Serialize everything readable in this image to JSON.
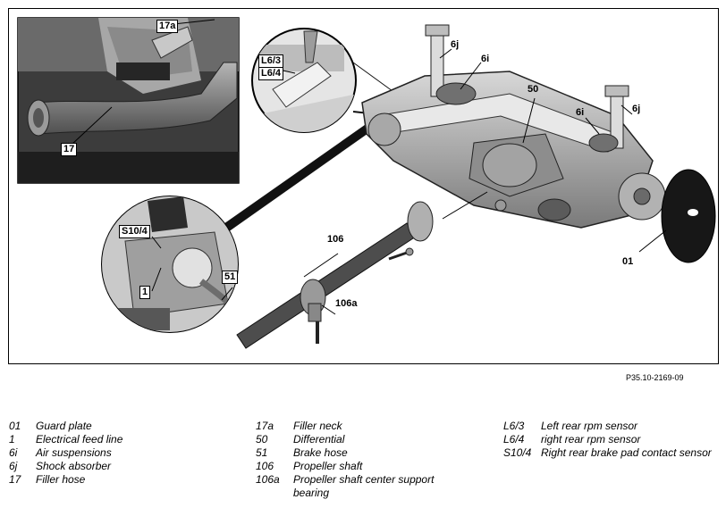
{
  "figure": {
    "reference": "P35.10-2169-09",
    "callouts": {
      "c17a": "17a",
      "c17": "17",
      "cL63": "L6/3",
      "cL64": "L6/4",
      "c6j_a": "6j",
      "c6i_a": "6i",
      "c50": "50",
      "c6i_b": "6i",
      "c6j_b": "6j",
      "cS104": "S10/4",
      "c1": "1",
      "c51": "51",
      "c106": "106",
      "c106a": "106a",
      "c01": "01"
    }
  },
  "legend": {
    "col1": [
      {
        "code": "01",
        "text": "Guard plate"
      },
      {
        "code": "1",
        "text": "Electrical feed line"
      },
      {
        "code": "6i",
        "text": "Air suspensions"
      },
      {
        "code": "6j",
        "text": "Shock absorber"
      },
      {
        "code": "17",
        "text": "Filler hose"
      }
    ],
    "col2": [
      {
        "code": "17a",
        "text": "Filler neck"
      },
      {
        "code": "50",
        "text": "Differential"
      },
      {
        "code": "51",
        "text": "Brake hose"
      },
      {
        "code": "106",
        "text": "Propeller shaft"
      },
      {
        "code": "106a",
        "text": "Propeller shaft center support bearing"
      }
    ],
    "col3": [
      {
        "code": "L6/3",
        "text": "Left rear rpm sensor"
      },
      {
        "code": "L6/4",
        "text": "right rear rpm sensor"
      },
      {
        "code": "S10/4",
        "text": "Right rear brake pad contact sensor"
      }
    ]
  }
}
